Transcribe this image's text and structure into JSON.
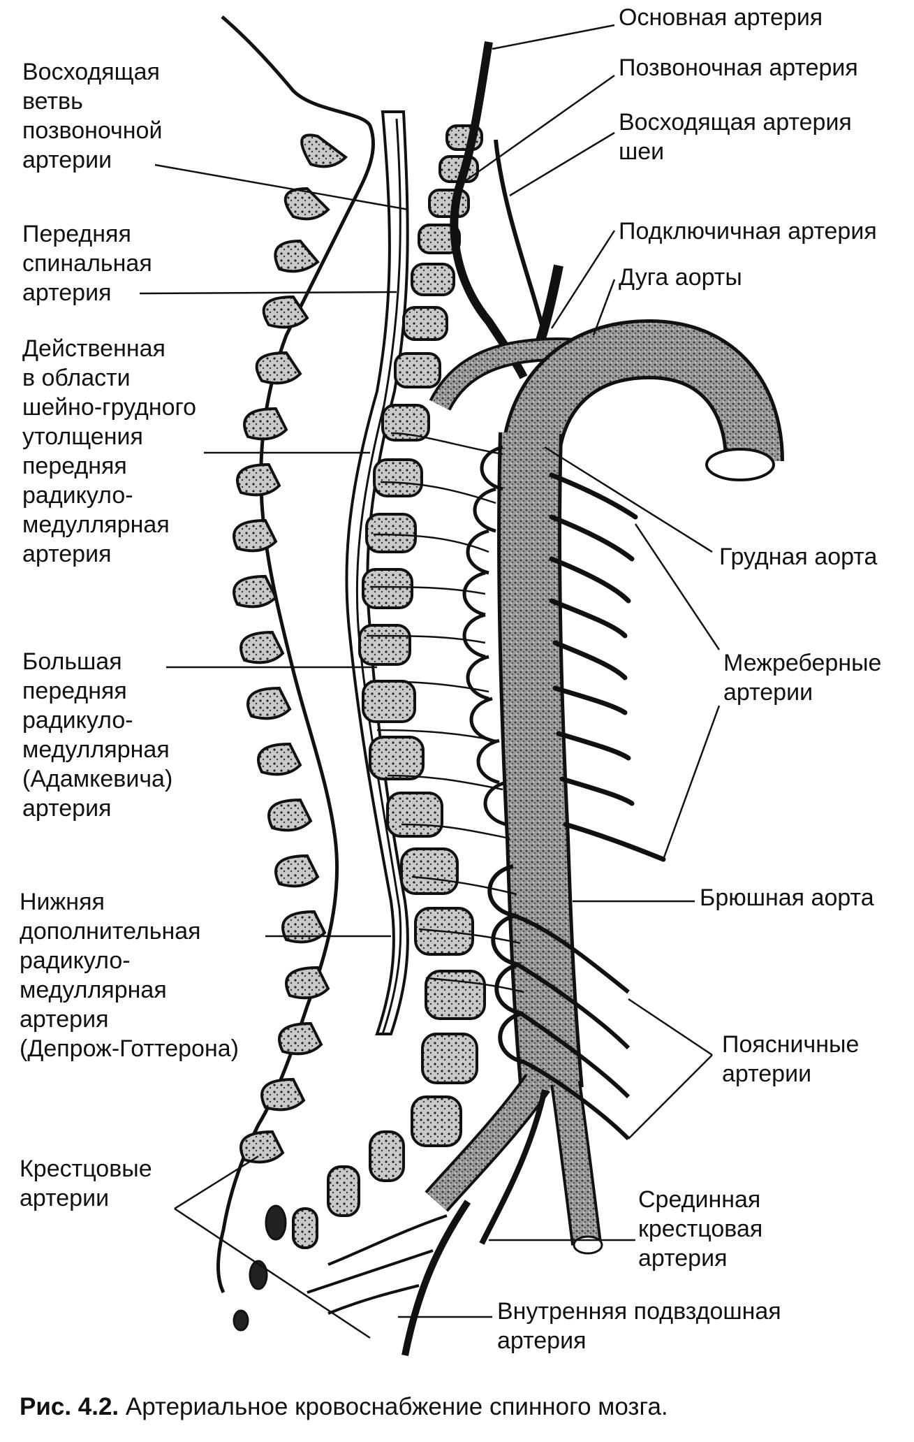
{
  "labels": {
    "osnovnaya": "Основная артерия",
    "pozvonochnaya": "Позвоночная артерия",
    "voskh_sheya": [
      "Восходящая артерия",
      "шеи"
    ],
    "podklyuch": "Подключичная артерия",
    "duga": "Дуга аорты",
    "voskh_vetv": [
      "Восходящая",
      "ветвь",
      "позвоночной",
      "артерии"
    ],
    "perednyaya_spin": [
      "Передняя",
      "спинальная",
      "артерия"
    ],
    "deystvennaya": [
      "Действенная",
      "в области",
      "шейно-грудного",
      "утолщения",
      "передняя",
      "радикуло-",
      "медуллярная",
      "артерия"
    ],
    "grudnaya": "Грудная аорта",
    "mezhrebernye": [
      "Межреберные",
      "артерии"
    ],
    "bolshaya": [
      "Большая",
      "передняя",
      "радикуло-",
      "медуллярная",
      "(Адамкевича)",
      "артерия"
    ],
    "bryushnaya": "Брюшная аорта",
    "nizhnyaya": [
      "Нижняя",
      "дополнительная",
      "радикуло-",
      "медуллярная",
      "артерия",
      "(Депрож-Готтерона)"
    ],
    "poyasnichnye": [
      "Поясничные",
      "артерии"
    ],
    "kresttsovye": [
      "Крестцовые",
      "артерии"
    ],
    "sredinnaya": [
      "Срединная",
      "крестцовая",
      "артерия"
    ],
    "vnutrennyaya": [
      "Внутренняя подвздошная",
      "артерия"
    ]
  },
  "caption": {
    "number": "Рис. 4.2.",
    "text": "Артериальное кровоснабжение спинного мозга."
  }
}
